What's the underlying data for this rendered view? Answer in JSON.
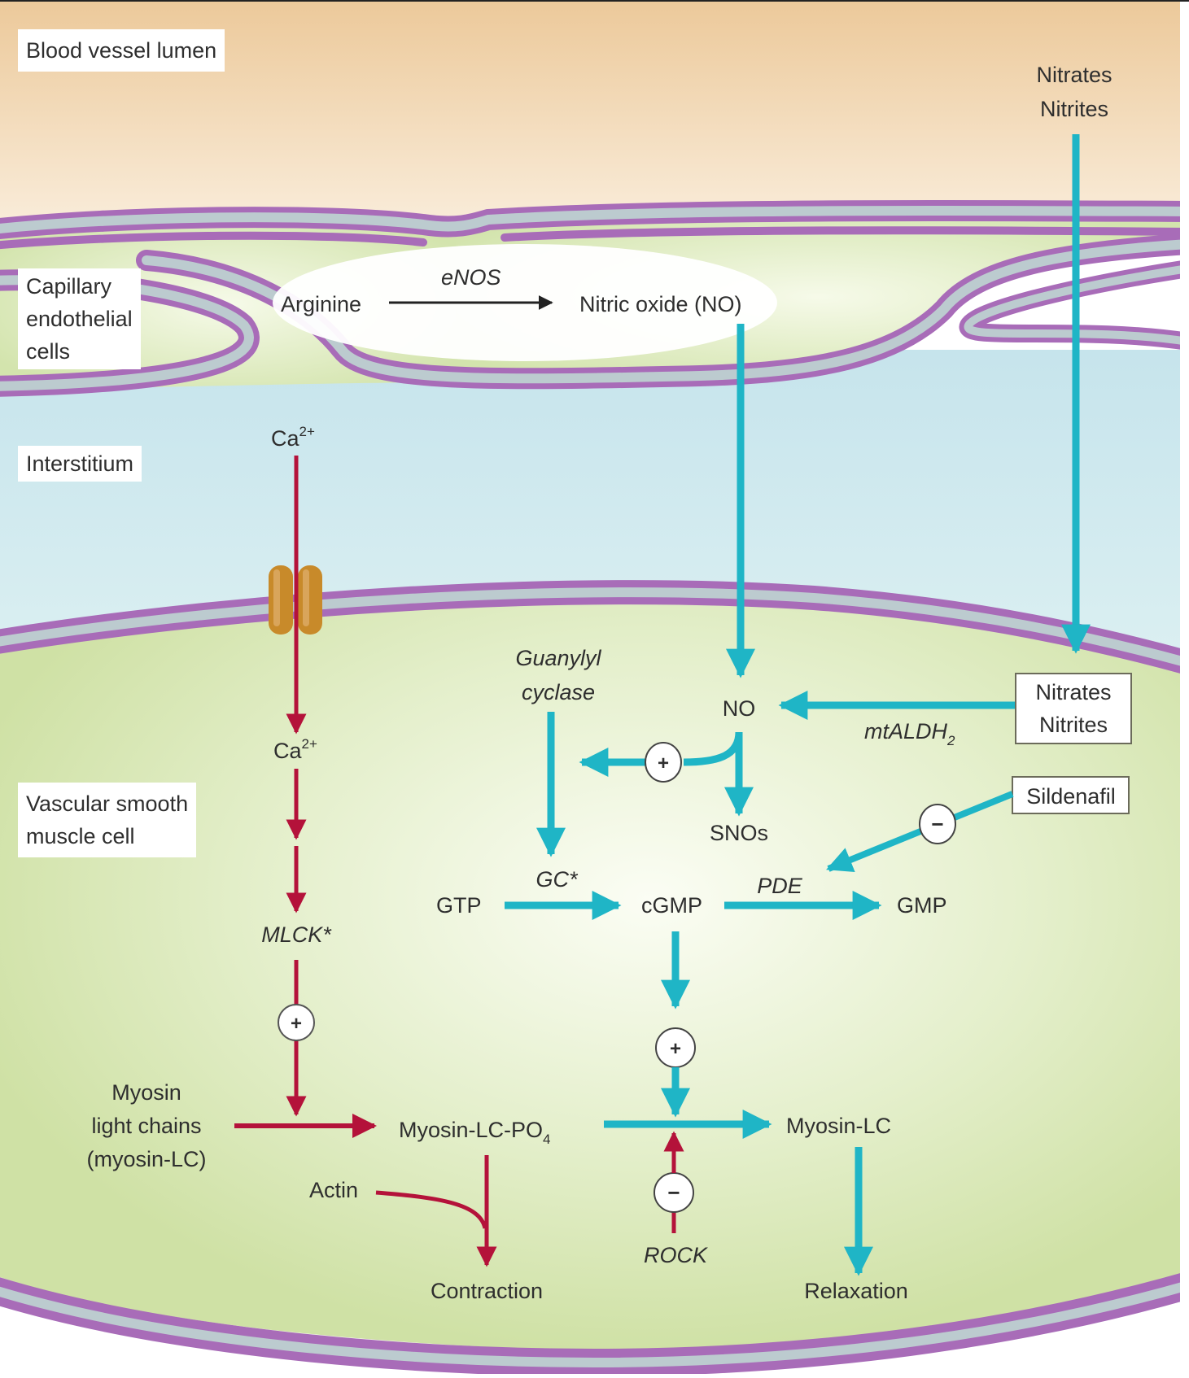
{
  "title": "Nitric oxide signaling and vascular smooth muscle contraction/relaxation",
  "colors": {
    "lumen_top": "#edcb9c",
    "lumen_bottom": "#f7e6cf",
    "endothelial_cell": "#d7e6b3",
    "interstitium": "#cfe8ee",
    "smooth_muscle_cell": "#d4e5ad",
    "membrane_outer": "#a86cb8",
    "membrane_inner": "#bccbcf",
    "contraction_pathway": "#b4123a",
    "relaxation_pathway": "#1fb5c6",
    "channel": "#c88a2a"
  },
  "regions": {
    "lumen": "Blood vessel lumen",
    "endothelium": "Capillary\nendothelial\ncells",
    "interstitium": "Interstitium",
    "smooth_muscle": "Vascular smooth\nmuscle cell"
  },
  "endothelium_reaction": {
    "substrate": "Arginine",
    "enzyme": "eNOS",
    "product": "Nitric oxide (NO)"
  },
  "nodes": {
    "nitrates_outside_1": "Nitrates",
    "nitrates_outside_2": "Nitrites",
    "ca_outside": "Ca",
    "ca_charge": "2+",
    "ca_inside": "Ca",
    "mlck": "MLCK*",
    "myosin_lc": "Myosin\nlight chains\n(myosin-LC)",
    "myosin_lc_po4": "Myosin-LC-PO",
    "po4_sub": "4",
    "actin": "Actin",
    "contraction": "Contraction",
    "guanylyl_cyclase_1": "Guanylyl",
    "guanylyl_cyclase_2": "cyclase",
    "no": "NO",
    "mtaldh": "mtALDH",
    "mtaldh_sub": "2",
    "nitrates_box": "Nitrates\nNitrites",
    "sildenafil": "Sildenafil",
    "snos": "SNOs",
    "gc_active": "GC*",
    "gtp": "GTP",
    "cgmp": "cGMP",
    "pde": "PDE",
    "gmp": "GMP",
    "myosin_lc_right": "Myosin-LC",
    "rock": "ROCK",
    "relaxation": "Relaxation"
  },
  "modifiers": {
    "plus": "+",
    "minus": "−"
  }
}
